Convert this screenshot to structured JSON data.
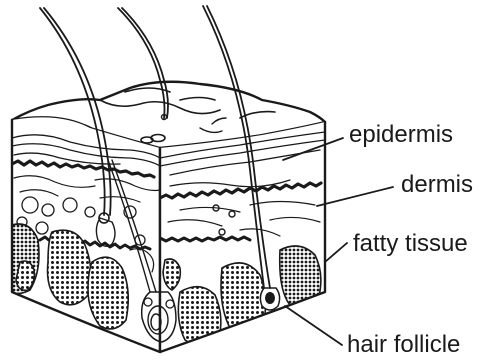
{
  "diagram": {
    "labels": {
      "epidermis": "epidermis",
      "dermis": "dermis",
      "fatty_tissue": "fatty tissue",
      "hair_follicle": "hair follicle"
    }
  }
}
